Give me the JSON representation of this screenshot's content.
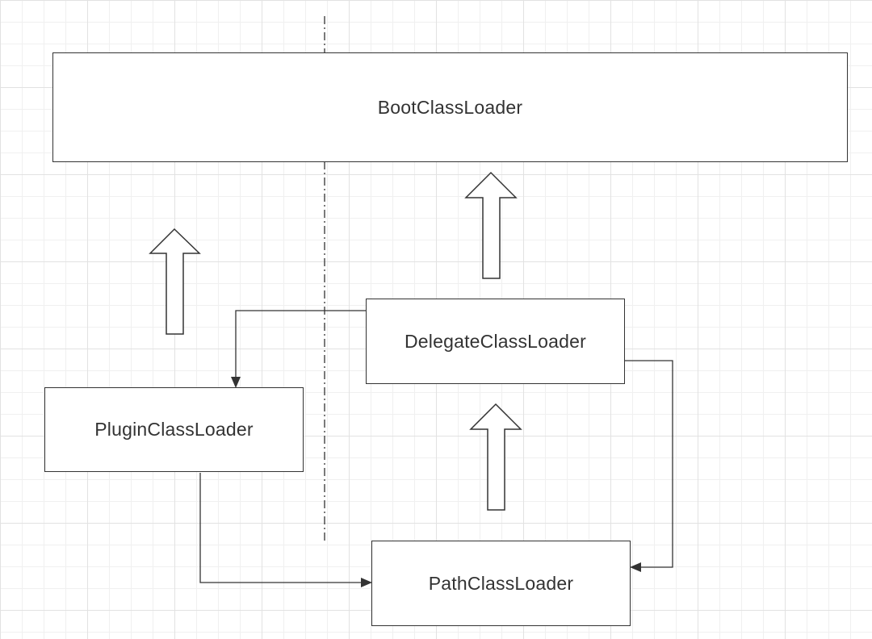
{
  "diagram": {
    "nodes": [
      {
        "id": "boot",
        "label": "BootClassLoader"
      },
      {
        "id": "delegate",
        "label": "DelegateClassLoader"
      },
      {
        "id": "plugin",
        "label": "PluginClassLoader"
      },
      {
        "id": "path",
        "label": "PathClassLoader"
      }
    ],
    "edges": [
      {
        "from": "delegate",
        "to": "plugin",
        "style": "line-arrow"
      },
      {
        "from": "delegate",
        "to": "path",
        "style": "line-arrow"
      },
      {
        "from": "plugin",
        "to": "path",
        "style": "line-arrow"
      },
      {
        "from": "delegate",
        "to": "boot",
        "style": "hollow-up-arrow"
      },
      {
        "from": "plugin",
        "to": "boot",
        "style": "hollow-up-arrow"
      },
      {
        "from": "path",
        "to": "delegate",
        "style": "hollow-up-arrow"
      }
    ],
    "divider": "dash-dot vertical line",
    "colors": {
      "stroke": "#333333",
      "text": "#333333",
      "grid": "#e2e2e2",
      "background": "#ffffff"
    }
  }
}
